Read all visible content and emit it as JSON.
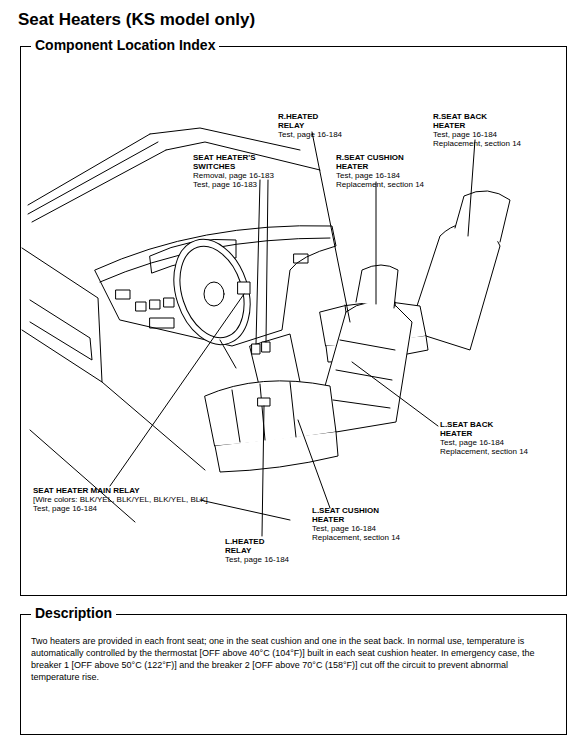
{
  "diagram": {
    "title": "Seat Heaters (KS model only)",
    "nodes": [
      {
        "text": [
          "Component Location Index"
        ]
      },
      {
        "text": [
          "Description",
          "Two heaters are provided in each front seat; one in the seat cushion and one in the seat back. In normal use, temperature is automatically controlled by the thermostat [OFF above 40°C (104°F)] built in each seat cushion heater. In emergency case, the breaker 1 [OFF above 50°C (122°F)] and the breaker 2 [OFF above 70°C (158°F)] cut off the circuit to prevent abnormal temperature rise."
        ]
      }
    ],
    "labels": [
      "R.HEATED RELAY",
      "Test, page 16-184",
      "R.SEAT BACK HEATER",
      "Test, page 16-184",
      "Replacement, section 14",
      "SEAT HEATER'S SWITCHES",
      "Removal, page 16-183",
      "Test, page 16-183",
      "R.SEAT CUSHION HEATER",
      "Test, page 16-184",
      "Replacement, section 14",
      "L.SEAT BACK HEATER",
      "Test, page 16-184",
      "Replacement, section 14",
      "SEAT HEATER MAIN RELAY",
      "[Wire colors: BLK/YEL, BLK/YEL, BLK/YEL, BLK]",
      "Test, page 16-184",
      "L.SEAT CUSHION HEATER",
      "Test, page 16-184",
      "Replacement, section 14",
      "L.HEATED RELAY",
      "Test, page 16-184"
    ]
  }
}
